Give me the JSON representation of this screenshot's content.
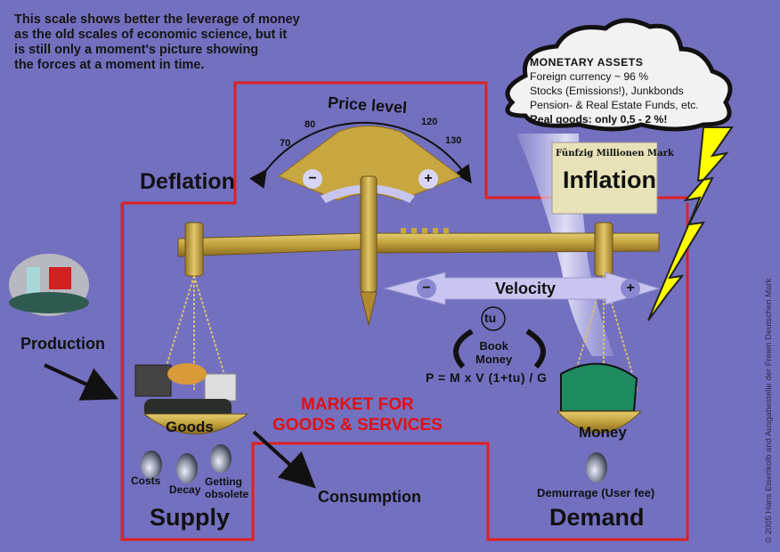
{
  "intro_text": "This scale shows better the leverage of money\nas the old scales of economic science, but it\nis still only a moment's picture showing\nthe forces at a moment in time.",
  "cloud": {
    "title": "MONETARY ASSETS",
    "lines": [
      "Foreign currency ~ 96 %",
      "Stocks (Emissions!), Junkbonds",
      "Pension- & Real Estate Funds, etc."
    ],
    "bold_line": "Real goods: only 0,5 - 2 %!"
  },
  "gauge": {
    "title": "Price level",
    "ticks": [
      "70",
      "80",
      "120",
      "130"
    ],
    "minus": "−",
    "plus": "+"
  },
  "labels": {
    "deflation": "Deflation",
    "inflation": "Inflation",
    "banknote": "Fünfzig Millionen Mark",
    "production": "Production",
    "goods": "Goods",
    "money": "Money",
    "costs": "Costs",
    "decay": "Decay",
    "getting_obsolete": "Getting\nobsolete",
    "supply": "Supply",
    "demand": "Demand",
    "consumption": "Consumption",
    "demurrage": "Demurrage (User fee)",
    "market": "MARKET FOR\nGOODS & SERVICES"
  },
  "velocity": {
    "label": "Velocity",
    "minus": "−",
    "plus": "+"
  },
  "book_money": {
    "tu": "tu",
    "label": "Book\nMoney",
    "formula": "P = M x V (1+tu) / G"
  },
  "copyright": "© 2005 Hans Eisenkolb and Ausgabestelle der Freien Deutschen Mark",
  "colors": {
    "background": "#7370c0",
    "frame_red": "#e02020",
    "market_text": "#e01010",
    "brass": "#c8a640",
    "lightning": "#ffff00",
    "velocity_arrow": "#c8c6f0"
  }
}
